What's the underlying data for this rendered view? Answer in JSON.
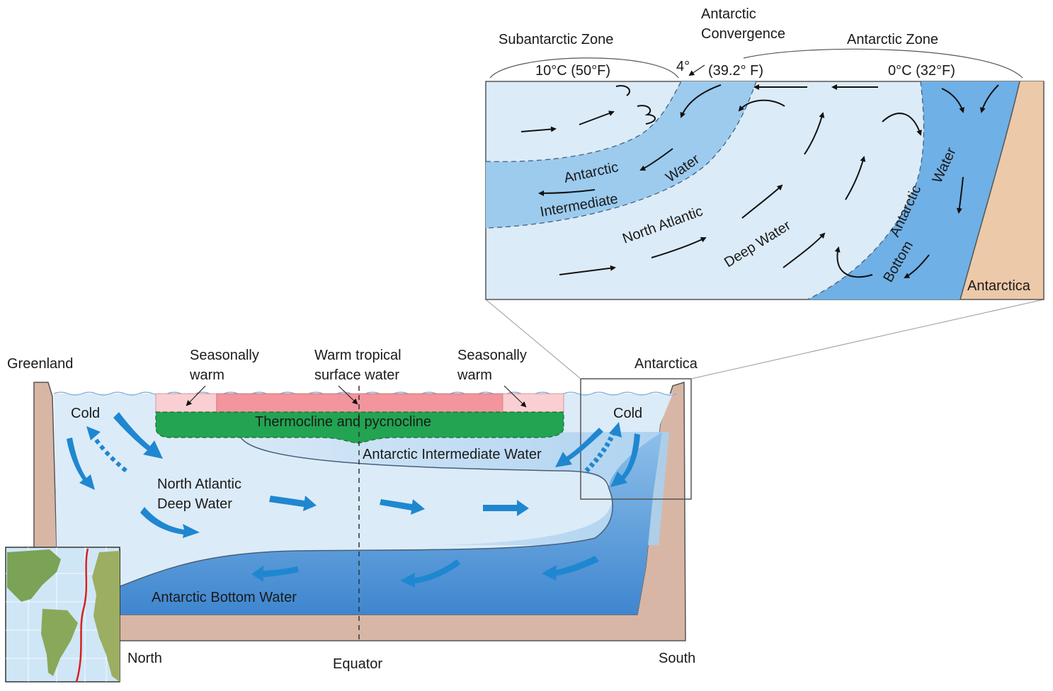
{
  "title": "",
  "inset": {
    "zone_left": "Subantarctic Zone",
    "convergence_line1": "Antarctic",
    "convergence_line2": "Convergence",
    "zone_right": "Antarctic Zone",
    "temp_left": "10°C (50°F)",
    "temp_mid_deg": "4°",
    "temp_mid": "(39.2° F)",
    "temp_right": "0°C (32°F)",
    "aiw_word1": "Antarctic",
    "aiw_word2": "Intermediate",
    "aiw_word3": "Water",
    "nadw_word1": "North Atlantic",
    "nadw_word2": "Deep Water",
    "abw_word1": "Antarctic",
    "abw_word2": "Water",
    "abw_word3": "Bottom",
    "landmass": "Antarctica"
  },
  "main": {
    "greenland": "Greenland",
    "antarctica": "Antarctica",
    "seasonal_left_1": "Seasonally",
    "seasonal_left_2": "warm",
    "tropical_1": "Warm tropical",
    "tropical_2": "surface water",
    "seasonal_right_1": "Seasonally",
    "seasonal_right_2": "warm",
    "cold_left": "Cold",
    "cold_right": "Cold",
    "thermocline": "Thermocline and pycnocline",
    "aiw": "Antarctic Intermediate Water",
    "nadw_1": "North Atlantic",
    "nadw_2": "Deep Water",
    "abw": "Antarctic Bottom Water",
    "north": "North",
    "equator": "Equator",
    "south": "South"
  },
  "colors": {
    "ocean_light": "#dcebf8",
    "surface_light": "#eef6fc",
    "aiw_blue": "#9ccbee",
    "bottom_blue": "#5b9bd8",
    "arrow_blue": "#1f87d0",
    "warm_pink": "#f2959c",
    "seasonal_pink": "#f9cfd3",
    "thermocline_green": "#22a452",
    "land_tan": "#d8b6a6",
    "antarctica_tan": "#ecc9a8"
  },
  "map_icon": "world-map-atlantic-section-icon"
}
